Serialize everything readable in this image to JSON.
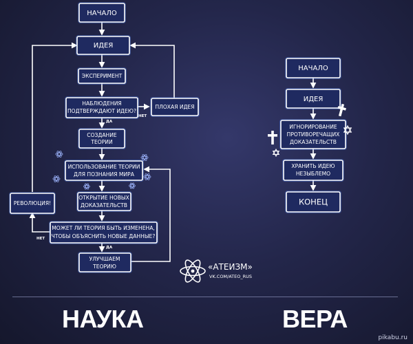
{
  "science": {
    "title": "НАУКА",
    "nodes": {
      "start": "НАЧАЛО",
      "idea": "ИДЕЯ",
      "experiment": "ЭКСПЕРИМЕНТ",
      "observation_1": "НАБЛЮДЕНИЯ",
      "observation_2": "ПОДТВЕРЖДАЮТ ИДЕЮ?",
      "bad_idea": "ПЛОХАЯ ИДЕЯ",
      "theory_1": "СОЗДАНИЕ",
      "theory_2": "ТЕОРИИ",
      "use_1": "ИСПОЛЬЗОВАНИЕ ТЕОРИИ",
      "use_2": "ДЛЯ ПОЗНАНИЯ МИРА",
      "discovery_1": "ОТКРЫТИЕ НОВЫХ",
      "discovery_2": "ДОКАЗАТЕЛЬСТВ",
      "change_1": "МОЖЕТ ЛИ ТЕОРИЯ БЫТЬ ИЗМЕНЕНА,",
      "change_2": "ЧТОБЫ ОБЪЯСНИТЬ НОВЫЕ ДАННЫЕ?",
      "improve_1": "УЛУЧШАЕМ",
      "improve_2": "ТЕОРИЮ",
      "revolution": "РЕВОЛЮЦИЯ!"
    },
    "edge_labels": {
      "no_1": "НЕТ",
      "yes_1": "ДА",
      "no_2": "НЕТ",
      "yes_2": "ДА"
    }
  },
  "faith": {
    "title": "ВЕРА",
    "nodes": {
      "start": "НАЧАЛО",
      "idea": "ИДЕЯ",
      "ignore_1": "ИГНОРИРОВАНИЕ",
      "ignore_2": "ПРОТИВОРЕЧАЩИХ",
      "ignore_3": "ДОКАЗАТЕЛЬСТВ",
      "keep_1": "ХРАНИТЬ ИДЕЮ",
      "keep_2": "НЕЗЫБЛЕМО",
      "end": "КОНЕЦ"
    }
  },
  "brand": {
    "name": "«АТЕИЗМ»",
    "url": "VK.COM/ATEO_RUS"
  },
  "watermark": "pikabu.ru",
  "icons": [
    "atom-icon",
    "cross-icon",
    "star-of-david-icon",
    "crescent-icon"
  ]
}
